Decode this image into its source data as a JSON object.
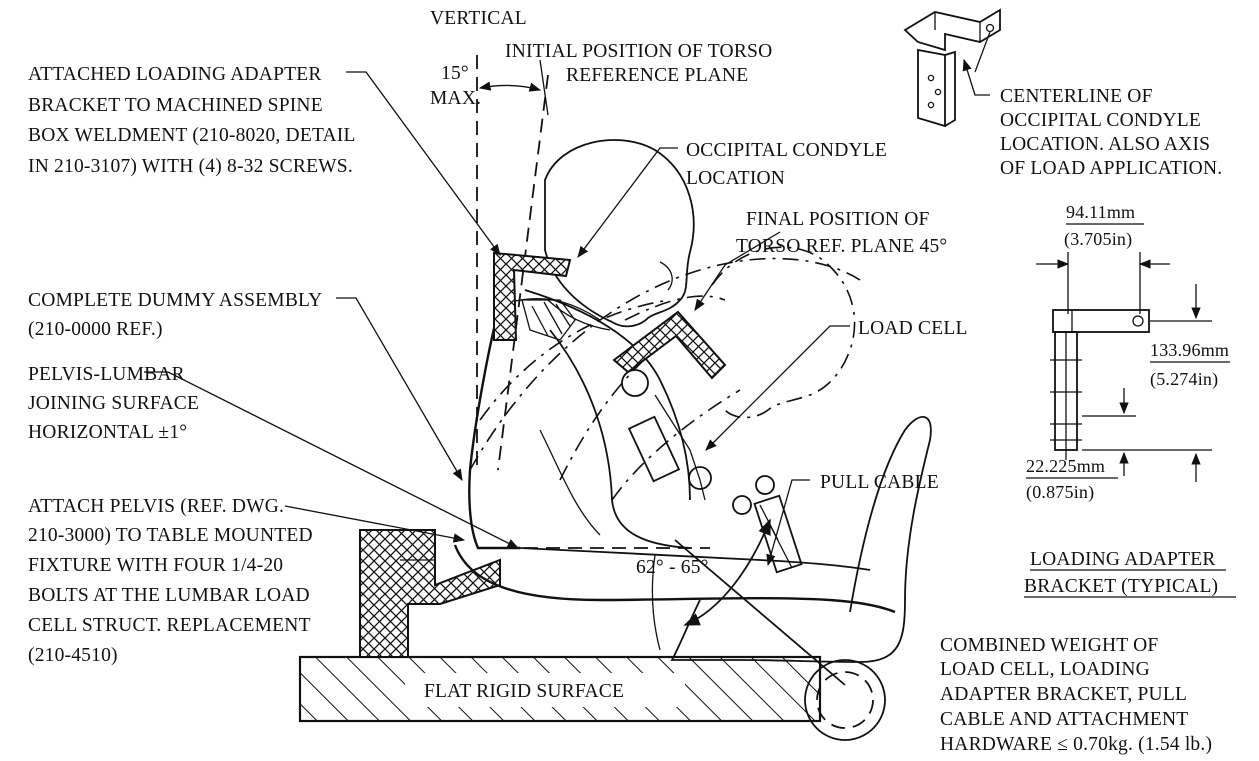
{
  "labels": {
    "vertical": "VERTICAL",
    "max_angle": "15°",
    "max_word": "MAX.",
    "initial_position_l1": "INITIAL POSITION OF TORSO",
    "initial_position_l2": "REFERENCE PLANE",
    "attached_adapter": [
      "ATTACHED LOADING ADAPTER",
      "BRACKET TO MACHINED SPINE",
      "BOX WELDMENT (210-8020, DETAIL",
      "IN 210-3107) WITH (4) 8-32 SCREWS."
    ],
    "occipital_location": [
      "OCCIPITAL CONDYLE",
      "LOCATION"
    ],
    "final_position": [
      "FINAL POSITION OF",
      "TORSO REF. PLANE 45°"
    ],
    "complete_dummy": [
      "COMPLETE DUMMY ASSEMBLY",
      "(210-0000 REF.)"
    ],
    "load_cell": "LOAD CELL",
    "pelvis_lumbar": [
      "PELVIS-LUMBAR",
      "JOINING SURFACE",
      "HORIZONTAL  ±1°"
    ],
    "attach_pelvis": [
      "ATTACH PELVIS (REF. DWG.",
      "210-3000) TO TABLE MOUNTED",
      "FIXTURE WITH FOUR 1/4-20",
      "BOLTS AT THE LUMBAR LOAD",
      "CELL STRUCT. REPLACEMENT",
      "(210-4510)"
    ],
    "pull_cable": "PULL CABLE",
    "angle_range": "62° - 65°",
    "flat_surface": "FLAT RIGID SURFACE",
    "centerline": [
      "CENTERLINE OF",
      "OCCIPITAL CONDYLE",
      "LOCATION. ALSO AXIS",
      "OF LOAD APPLICATION."
    ],
    "dim_width_mm": "94.11mm",
    "dim_width_in": "(3.705in)",
    "dim_height_mm": "133.96mm",
    "dim_height_in": "(5.274in)",
    "dim_small_mm": "22.225mm",
    "dim_small_in": "(0.875in)",
    "bracket_title": [
      "LOADING ADAPTER",
      "BRACKET (TYPICAL)"
    ],
    "combined_weight": [
      "COMBINED WEIGHT OF",
      "LOAD CELL, LOADING",
      "ADAPTER BRACKET, PULL",
      "CABLE AND ATTACHMENT",
      "HARDWARE ≤ 0.70kg. (1.54 lb.)"
    ]
  }
}
